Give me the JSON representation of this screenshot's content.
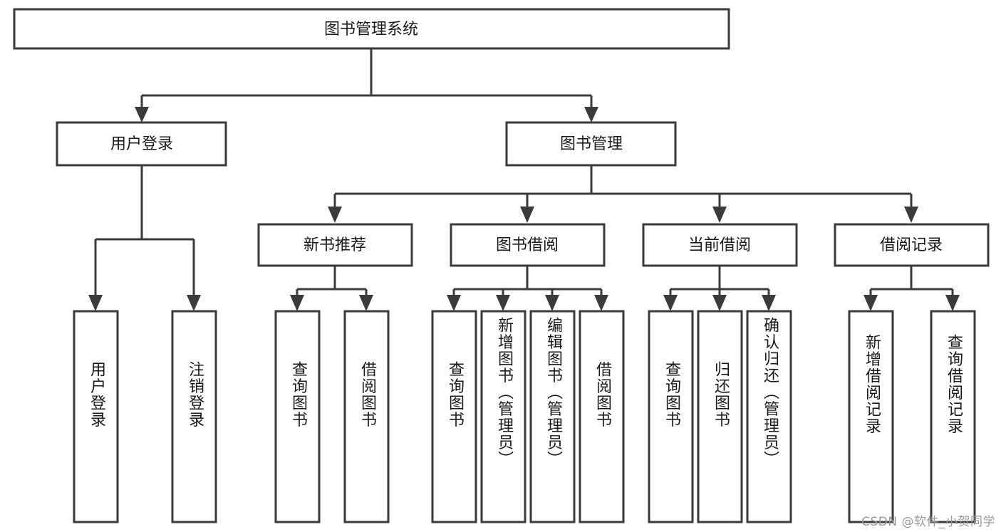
{
  "diagram": {
    "type": "tree",
    "title": "图书管理系统",
    "orientation": "top-down",
    "colors": {
      "box_stroke": "#3b3b3b",
      "box_fill": "#ffffff",
      "text": "#1a1a1a",
      "background": "#ffffff",
      "watermark": "#9a9a9a"
    },
    "root": {
      "label": "图书管理系统"
    },
    "level1": [
      {
        "label": "用户登录"
      },
      {
        "label": "图书管理"
      }
    ],
    "level2": [
      {
        "label": "新书推荐"
      },
      {
        "label": "图书借阅"
      },
      {
        "label": "当前借阅"
      },
      {
        "label": "借阅记录"
      }
    ],
    "leaves_user_login": [
      {
        "label": "用户登录"
      },
      {
        "label": "注销登录"
      }
    ],
    "leaves_new_book": [
      {
        "label": "查询图书"
      },
      {
        "label": "借阅图书"
      }
    ],
    "leaves_book_borrow": [
      {
        "label": "查询图书"
      },
      {
        "label": "新增图书（管理员）"
      },
      {
        "label": "编辑图书（管理员）"
      },
      {
        "label": "借阅图书"
      }
    ],
    "leaves_current_borrow": [
      {
        "label": "查询图书"
      },
      {
        "label": "归还图书"
      },
      {
        "label": "确认归还（管理员）"
      }
    ],
    "leaves_borrow_record": [
      {
        "label": "新增借阅记录"
      },
      {
        "label": "查询借阅记录"
      }
    ]
  },
  "watermark": {
    "text": "CSDN @软件_小贺同学"
  }
}
